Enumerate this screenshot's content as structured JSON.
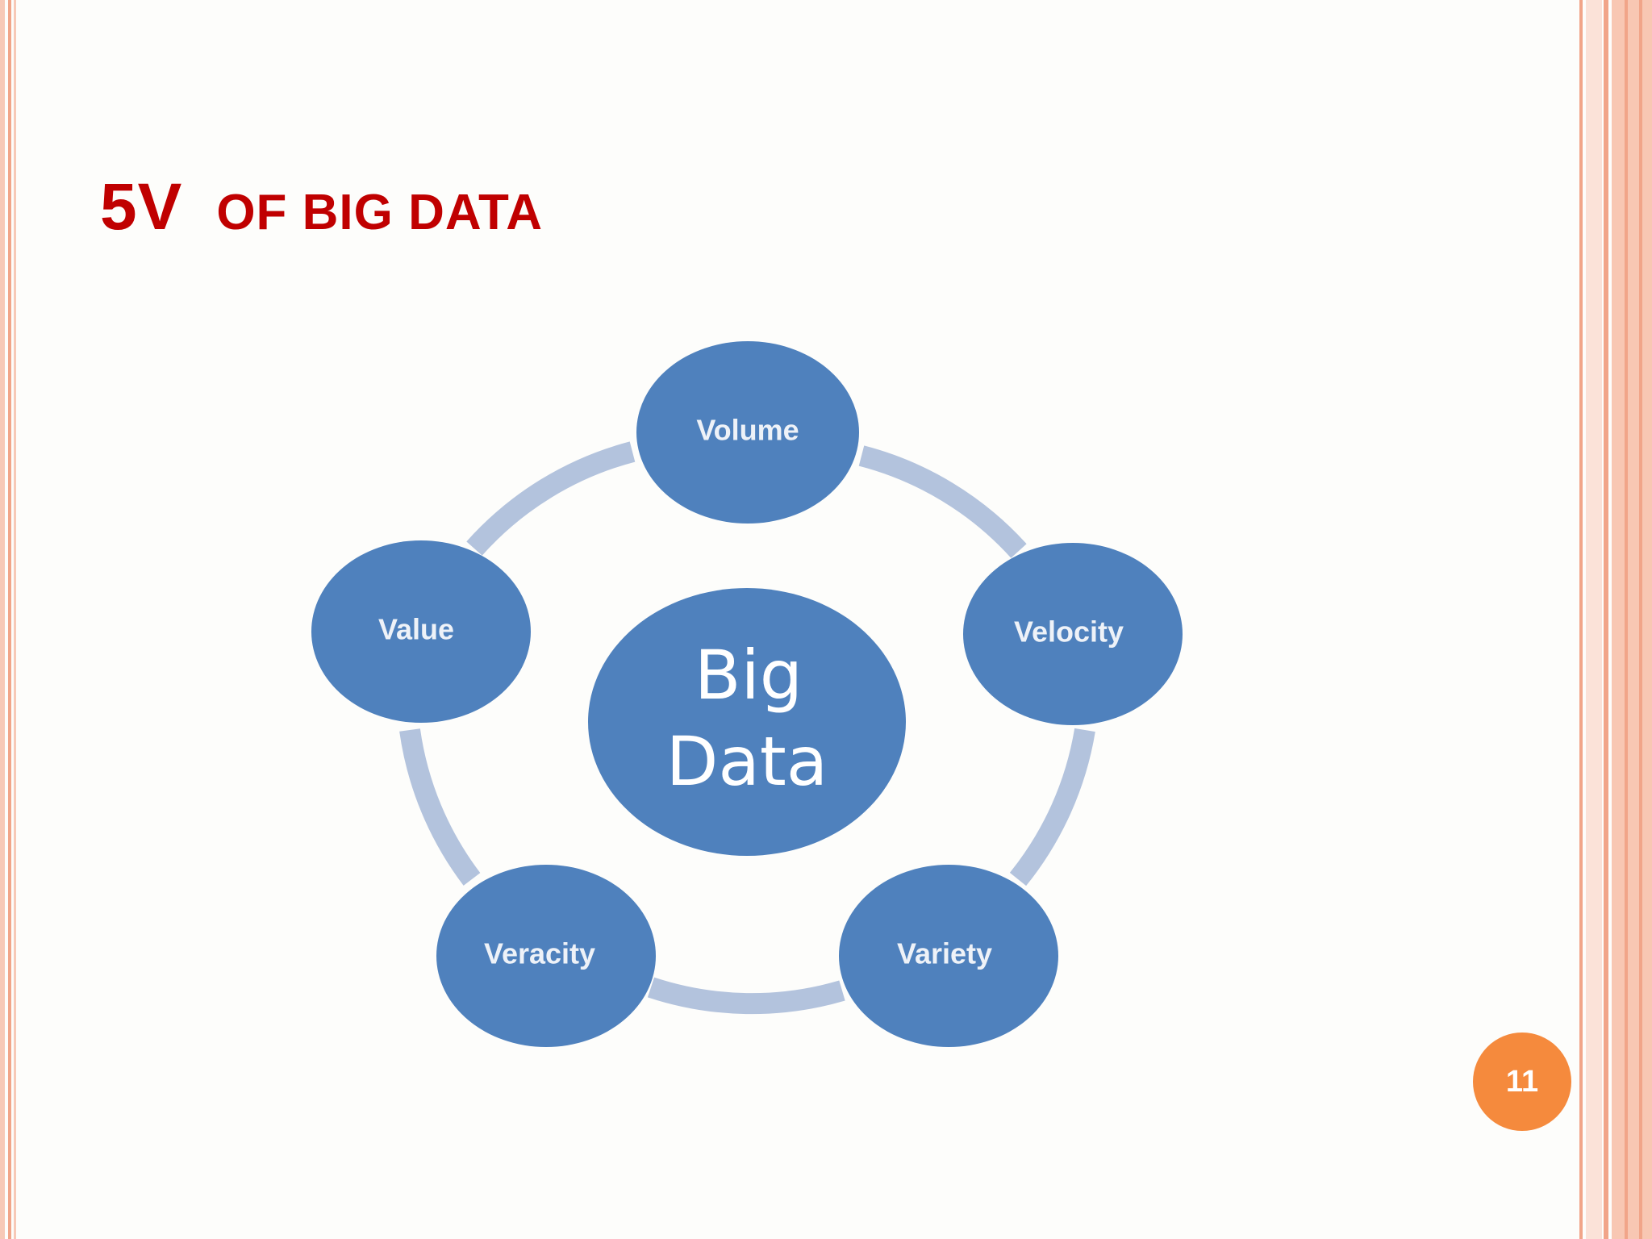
{
  "slide": {
    "title_main": "5V",
    "title_rest": "OF BIG DATA",
    "page_number": "11"
  },
  "diagram": {
    "center": {
      "line1": "Big",
      "line2": "Data"
    },
    "nodes": [
      {
        "label": "Volume"
      },
      {
        "label": "Velocity"
      },
      {
        "label": "Variety"
      },
      {
        "label": "Veracity"
      },
      {
        "label": "Value"
      }
    ]
  },
  "colors": {
    "title": "#c00000",
    "node_fill": "#4f81bd",
    "connector": "#b3c3dd",
    "badge": "#f58a3d",
    "border_accent": "#f1a589"
  }
}
